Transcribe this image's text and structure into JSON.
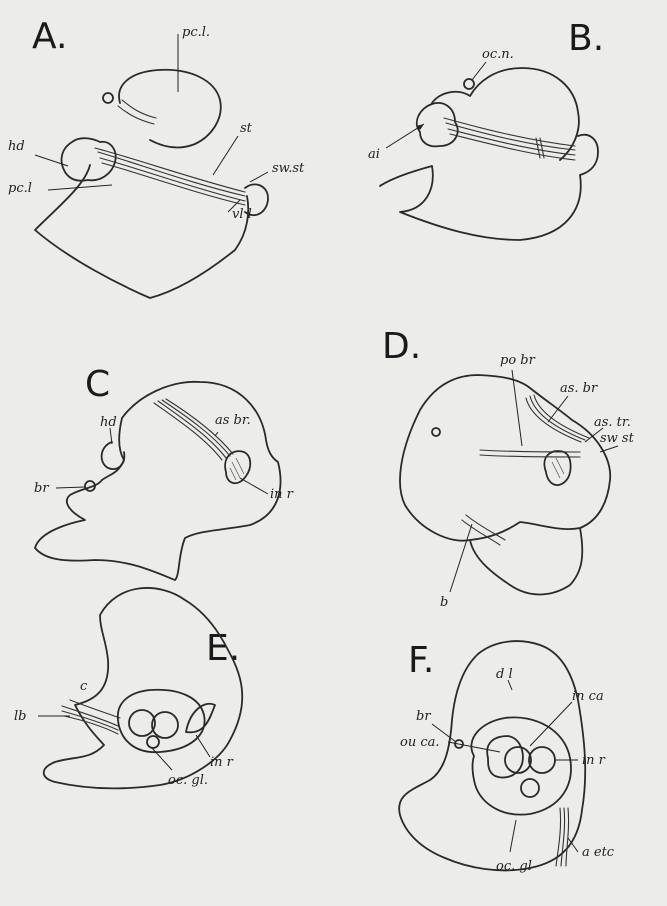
{
  "panels": {
    "A": {
      "letter": "A.",
      "labels": {
        "pcl_top": "pc.l.",
        "hd": "hd",
        "st": "st",
        "swst": "sw.st",
        "pcl_left": "pc.l",
        "vll": "vl l"
      }
    },
    "B": {
      "letter": "B.",
      "labels": {
        "ocn": "oc.n.",
        "ai": "ai"
      }
    },
    "C": {
      "letter": "C",
      "labels": {
        "hd": "hd",
        "br": "br",
        "asbr": "as br.",
        "inr": "in r"
      }
    },
    "D": {
      "letter": "D.",
      "labels": {
        "pobr": "po br",
        "asbr": "as. br",
        "astr": "as. tr.",
        "swst": "sw st",
        "b": "b"
      }
    },
    "E": {
      "letter": "E.",
      "labels": {
        "c": "c",
        "lb": "lb",
        "inr": "in r",
        "ocgl": "oc. gl."
      }
    },
    "F": {
      "letter": "F.",
      "labels": {
        "dl": "d l",
        "br": "br",
        "inca": "in ca",
        "ouca": "ou ca.",
        "inr": "in r",
        "aetc": "a etc",
        "ocgl": "oc. gl"
      }
    }
  }
}
